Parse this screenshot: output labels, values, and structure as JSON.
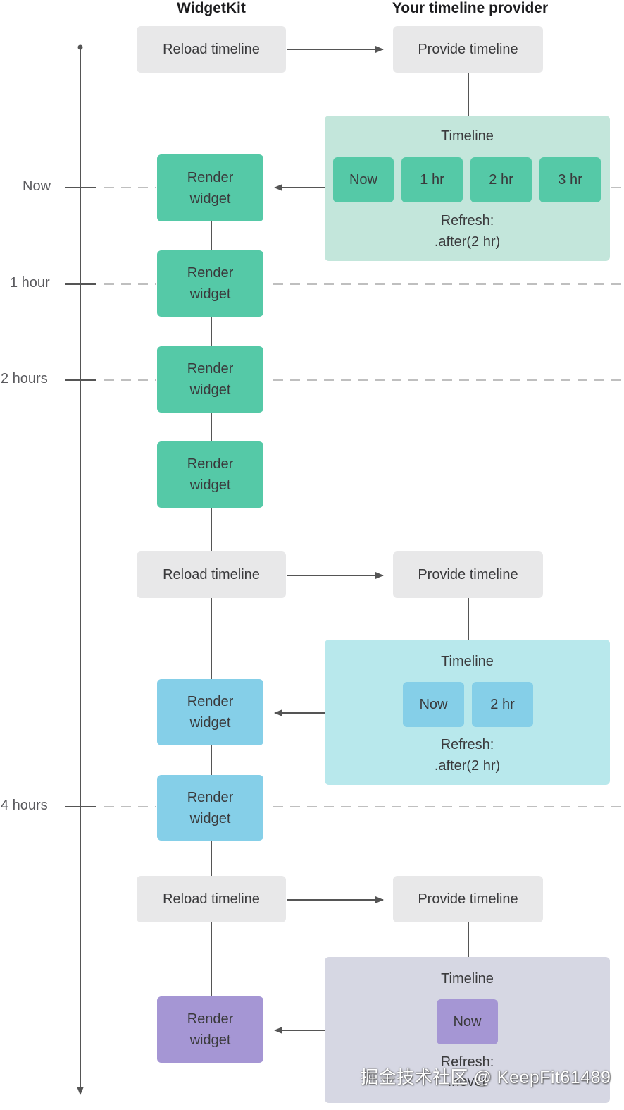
{
  "headings": {
    "widgetkit": "WidgetKit",
    "provider": "Your timeline provider"
  },
  "time_labels": [
    "Now",
    "1 hour",
    "2 hours",
    "4 hours"
  ],
  "actions": {
    "reload": "Reload timeline",
    "provide": "Provide timeline",
    "render_line1": "Render",
    "render_line2": "widget"
  },
  "timelines": [
    {
      "title": "Timeline",
      "entries": [
        "Now",
        "1 hr",
        "2 hr",
        "3 hr"
      ],
      "refresh_label": "Refresh:",
      "refresh_policy": ".after(2 hr)"
    },
    {
      "title": "Timeline",
      "entries": [
        "Now",
        "2 hr"
      ],
      "refresh_label": "Refresh:",
      "refresh_policy": ".after(2 hr)"
    },
    {
      "title": "Timeline",
      "entries": [
        "Now"
      ],
      "refresh_label": "Refresh:",
      "refresh_policy": ".never"
    }
  ],
  "colors": {
    "gray_box": "#e8e8e9",
    "green": "#55c9a7",
    "green_panel": "#c3e6db",
    "blue": "#85cfe8",
    "blue_panel": "#b8e8ec",
    "purple": "#a596d4",
    "purple_panel": "#d6d7e3",
    "line": "#555555"
  },
  "watermark": "掘金技术社区 @ KeepFit61489"
}
